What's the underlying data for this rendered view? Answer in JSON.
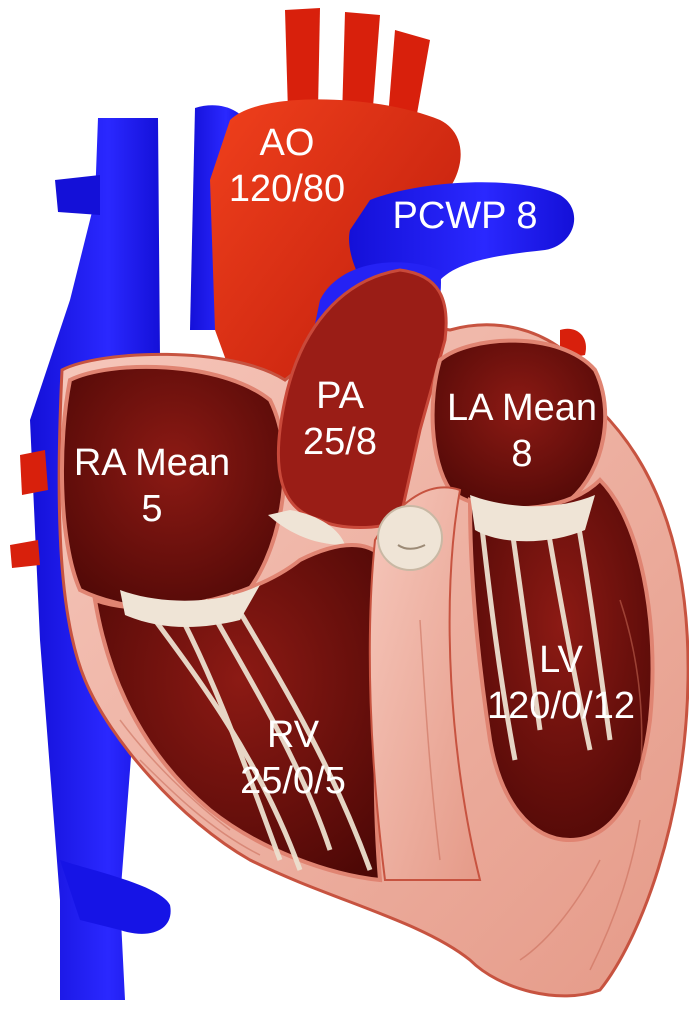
{
  "colors": {
    "venous_blue": "#1f1cf0",
    "arterial_red": "#e0260e",
    "chamber_dark": "#6e0f0c",
    "myocardium_pink": "#f1b5a8",
    "valve_cream": "#efe4d6",
    "label_text": "#ffffff"
  },
  "labels": {
    "ao": {
      "name": "AO",
      "value": "120/80"
    },
    "pcwp": {
      "text": "PCWP 8"
    },
    "pa": {
      "name": "PA",
      "value": "25/8"
    },
    "la": {
      "name": "LA Mean",
      "value": "8"
    },
    "ra": {
      "name": "RA Mean",
      "value": "5"
    },
    "lv": {
      "name": "LV",
      "value": "120/0/12"
    },
    "rv": {
      "name": "RV",
      "value": "25/0/5"
    }
  }
}
